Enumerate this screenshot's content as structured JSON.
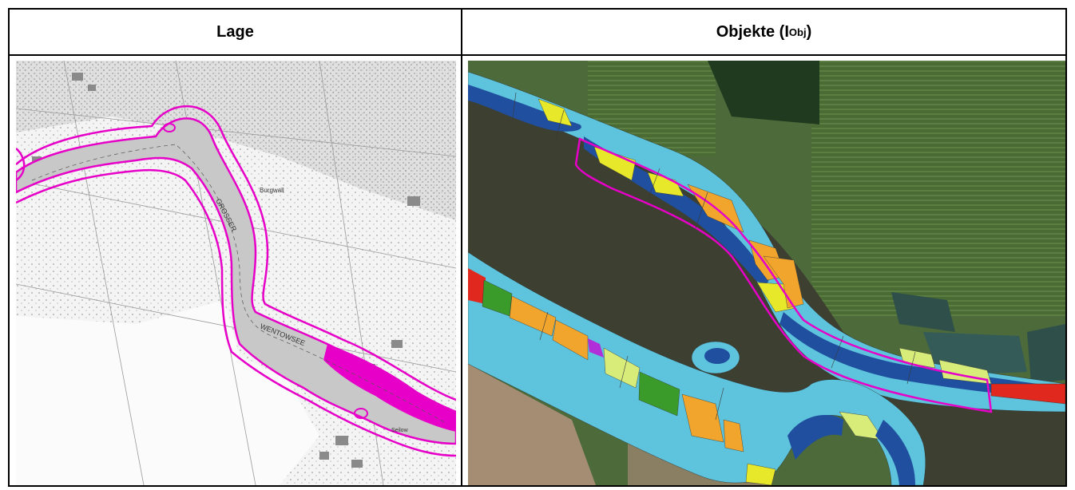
{
  "header": {
    "left_title": "Lage",
    "right_title_main": "Objekte (I",
    "right_title_sub": "Obj",
    "right_title_end": ")"
  },
  "map_left": {
    "labels": {
      "lake_name_1": "GROSSER",
      "lake_name_2": "WENTOWSEE",
      "place_label": "Burgwall",
      "small_label": "Seilow"
    }
  },
  "colors": {
    "outline_magenta": "#e600c8",
    "lake_gray": "#c8c8c8",
    "water_dark": "#3d3f31",
    "class_light_blue": "#5ec3dc",
    "class_dark_blue": "#1f4f9e",
    "class_yellow": "#e8e82a",
    "class_light_yellow": "#d8ec7a",
    "class_orange": "#f2a52c",
    "class_green": "#3a9a2a",
    "class_red": "#e0281e",
    "class_purple": "#b02fd8"
  }
}
